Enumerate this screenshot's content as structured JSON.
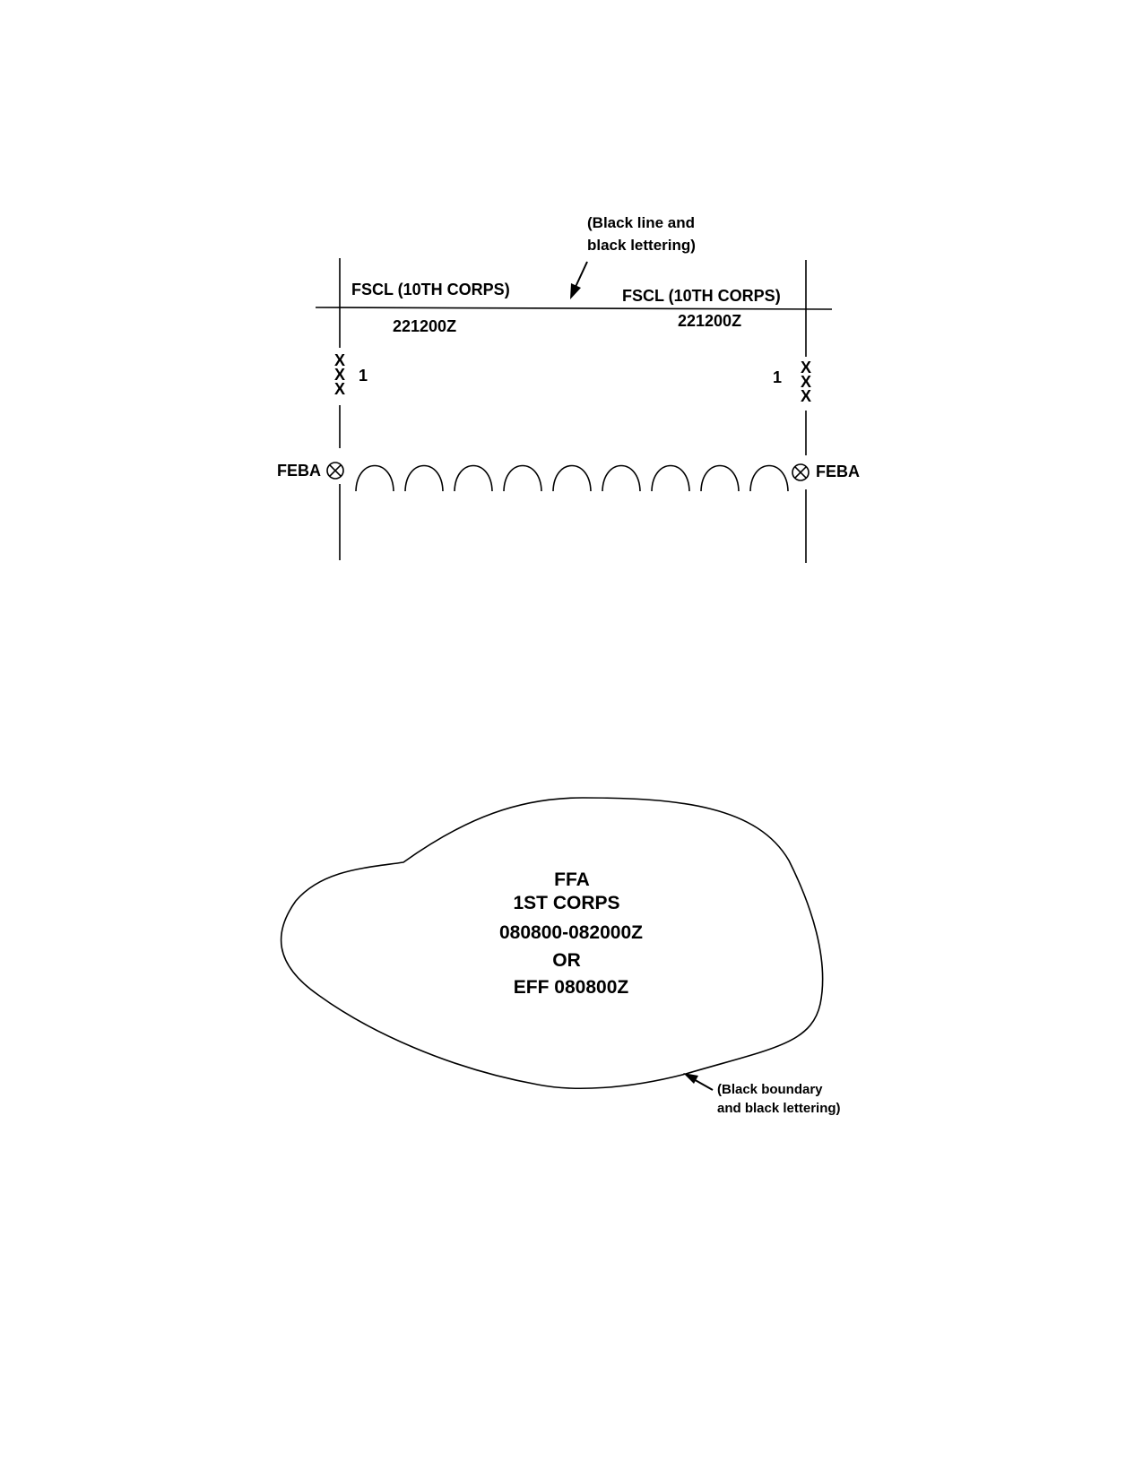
{
  "fscl_diagram": {
    "note_line1": "(Black line and",
    "note_line2": "black lettering)",
    "left_label": "FSCL (10TH CORPS)",
    "left_dtg": "221200Z",
    "right_label": "FSCL (10TH CORPS)",
    "right_dtg": "221200Z",
    "boundary_echelon": "X X X",
    "left_unit": "1",
    "right_unit": "1",
    "left_feba": "FEBA",
    "right_feba": "FEBA",
    "feba_arc_count": 9
  },
  "ffa_diagram": {
    "line1": "FFA",
    "line2": "1ST CORPS",
    "line3": "080800-082000Z",
    "line4": "OR",
    "line5": "EFF 080800Z",
    "note_line1": "(Black boundary",
    "note_line2": "and black lettering)"
  },
  "colors": {
    "line": "#000000",
    "background": "#ffffff"
  }
}
